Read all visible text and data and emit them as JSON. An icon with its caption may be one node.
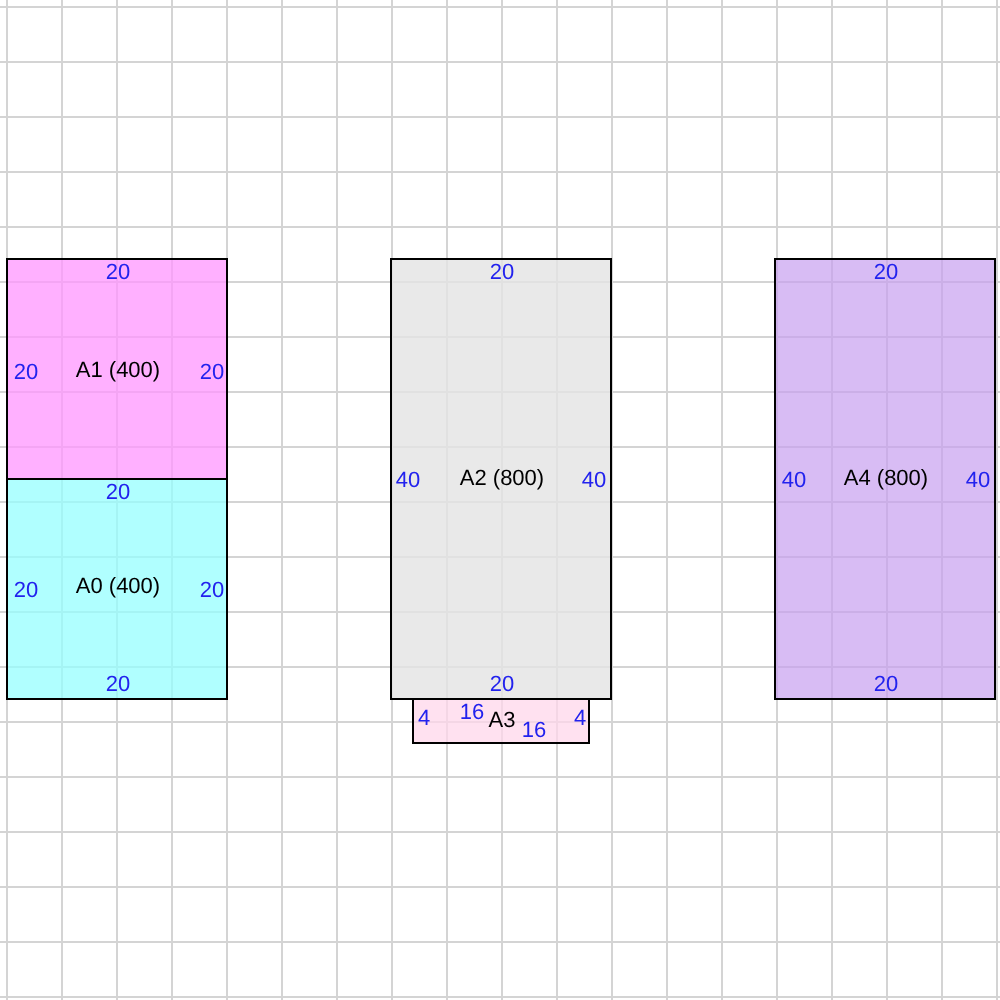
{
  "diagram": {
    "nodes": [
      {
        "text": [
          "20",
          "20",
          "A1 (400)",
          "20"
        ]
      },
      {
        "text": [
          "20",
          "20",
          "A0 (400)",
          "20",
          "20"
        ]
      },
      {
        "text": [
          "20",
          "40",
          "A2 (800)",
          "40",
          "20"
        ]
      },
      {
        "text": [
          "4",
          "16",
          "A3",
          "16",
          "4"
        ]
      },
      {
        "text": [
          "20",
          "40",
          "A4 (800)",
          "40",
          "20"
        ]
      }
    ]
  }
}
